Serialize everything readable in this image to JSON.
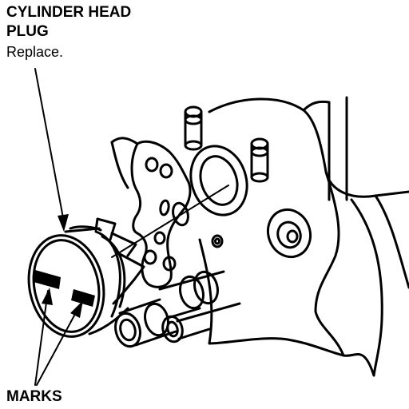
{
  "callouts": {
    "part_name_line1": "CYLINDER HEAD",
    "part_name_line2": "PLUG",
    "instruction": "Replace.",
    "marks": "MARKS"
  },
  "colors": {
    "ink": "#000000",
    "paper": "#ffffff"
  }
}
